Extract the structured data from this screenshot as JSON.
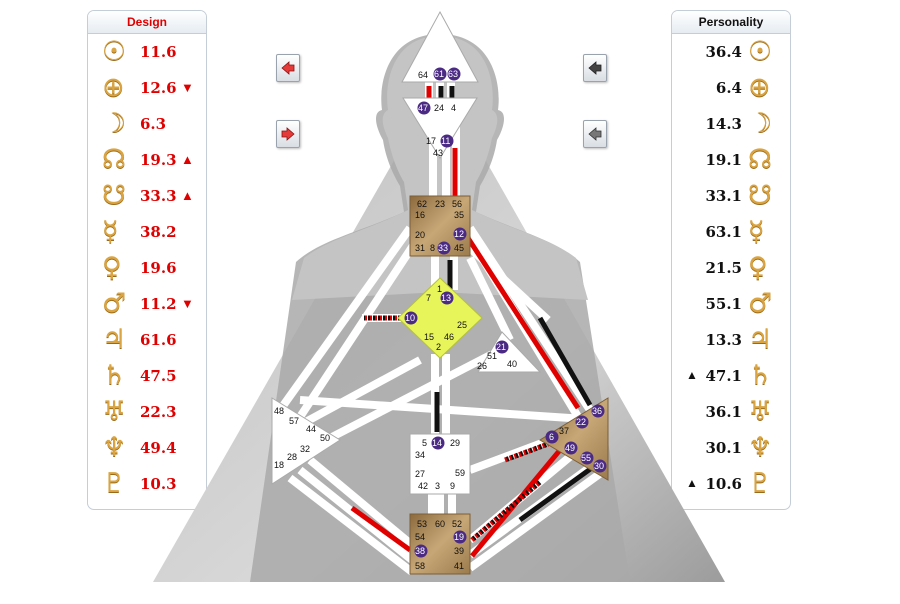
{
  "design": {
    "title": "Design",
    "rows": [
      {
        "icon": "sun-icon",
        "glyph": "☉",
        "value": "11.6",
        "arrow": ""
      },
      {
        "icon": "earth-icon",
        "glyph": "⊕",
        "value": "12.6",
        "arrow": "▼"
      },
      {
        "icon": "moon-icon",
        "glyph": "☽",
        "value": "6.3",
        "arrow": ""
      },
      {
        "icon": "north-node-icon",
        "glyph": "☊",
        "value": "19.3",
        "arrow": "▲"
      },
      {
        "icon": "south-node-icon",
        "glyph": "☋",
        "value": "33.3",
        "arrow": "▲"
      },
      {
        "icon": "mercury-icon",
        "glyph": "☿",
        "value": "38.2",
        "arrow": ""
      },
      {
        "icon": "venus-icon",
        "glyph": "♀",
        "value": "19.6",
        "arrow": ""
      },
      {
        "icon": "mars-icon",
        "glyph": "♂",
        "value": "11.2",
        "arrow": "▼"
      },
      {
        "icon": "jupiter-icon",
        "glyph": "♃",
        "value": "61.6",
        "arrow": ""
      },
      {
        "icon": "saturn-icon",
        "glyph": "♄",
        "value": "47.5",
        "arrow": ""
      },
      {
        "icon": "uranus-icon",
        "glyph": "♅",
        "value": "22.3",
        "arrow": ""
      },
      {
        "icon": "neptune-icon",
        "glyph": "♆",
        "value": "49.4",
        "arrow": ""
      },
      {
        "icon": "pluto-icon",
        "glyph": "♇",
        "value": "10.3",
        "arrow": ""
      }
    ]
  },
  "personality": {
    "title": "Personality",
    "rows": [
      {
        "icon": "sun-icon",
        "glyph": "☉",
        "value": "36.4",
        "arrow": ""
      },
      {
        "icon": "earth-icon",
        "glyph": "⊕",
        "value": "6.4",
        "arrow": ""
      },
      {
        "icon": "moon-icon",
        "glyph": "☽",
        "value": "14.3",
        "arrow": ""
      },
      {
        "icon": "north-node-icon",
        "glyph": "☊",
        "value": "19.1",
        "arrow": ""
      },
      {
        "icon": "south-node-icon",
        "glyph": "☋",
        "value": "33.1",
        "arrow": ""
      },
      {
        "icon": "mercury-icon",
        "glyph": "☿",
        "value": "63.1",
        "arrow": ""
      },
      {
        "icon": "venus-icon",
        "glyph": "♀",
        "value": "21.5",
        "arrow": ""
      },
      {
        "icon": "mars-icon",
        "glyph": "♂",
        "value": "55.1",
        "arrow": ""
      },
      {
        "icon": "jupiter-icon",
        "glyph": "♃",
        "value": "13.3",
        "arrow": ""
      },
      {
        "icon": "saturn-icon",
        "glyph": "♄",
        "value": "47.1",
        "arrow": "▲"
      },
      {
        "icon": "uranus-icon",
        "glyph": "♅",
        "value": "36.1",
        "arrow": ""
      },
      {
        "icon": "neptune-icon",
        "glyph": "♆",
        "value": "30.1",
        "arrow": ""
      },
      {
        "icon": "pluto-icon",
        "glyph": "♇",
        "value": "10.6",
        "arrow": "▲"
      }
    ]
  },
  "nav": {
    "left_buttons": [
      "prev-arrow-icon",
      "next-arrow-icon"
    ],
    "right_buttons": [
      "prev-arrow-icon",
      "prev-arrow-icon"
    ]
  },
  "colors": {
    "design": "#e00000",
    "personality": "#111111",
    "defined_center": "#b4915e",
    "defined_g": "#e8f55a",
    "gate_badge": "#4b2a84",
    "glyph": "#d9a441"
  },
  "gates": {
    "head": [
      "64",
      "61",
      "63"
    ],
    "ajna": [
      "47",
      "24",
      "4"
    ],
    "throat_top": [
      "17",
      "11",
      "43"
    ],
    "throat": [
      "62",
      "23",
      "56",
      "16",
      "35",
      "20",
      "12",
      "31",
      "8",
      "33",
      "45"
    ],
    "g": [
      "1",
      "7",
      "13",
      "10",
      "25",
      "15",
      "46",
      "2"
    ],
    "heart": [
      "21",
      "51",
      "26",
      "40"
    ],
    "spleen": [
      "48",
      "57",
      "44",
      "50",
      "32",
      "28",
      "18"
    ],
    "sacral": [
      "5",
      "14",
      "29",
      "34",
      "27",
      "59",
      "42",
      "3",
      "9"
    ],
    "solar": [
      "36",
      "22",
      "37",
      "6",
      "49",
      "55",
      "30"
    ],
    "root": [
      "53",
      "60",
      "52",
      "54",
      "19",
      "38",
      "39",
      "58",
      "41"
    ]
  }
}
